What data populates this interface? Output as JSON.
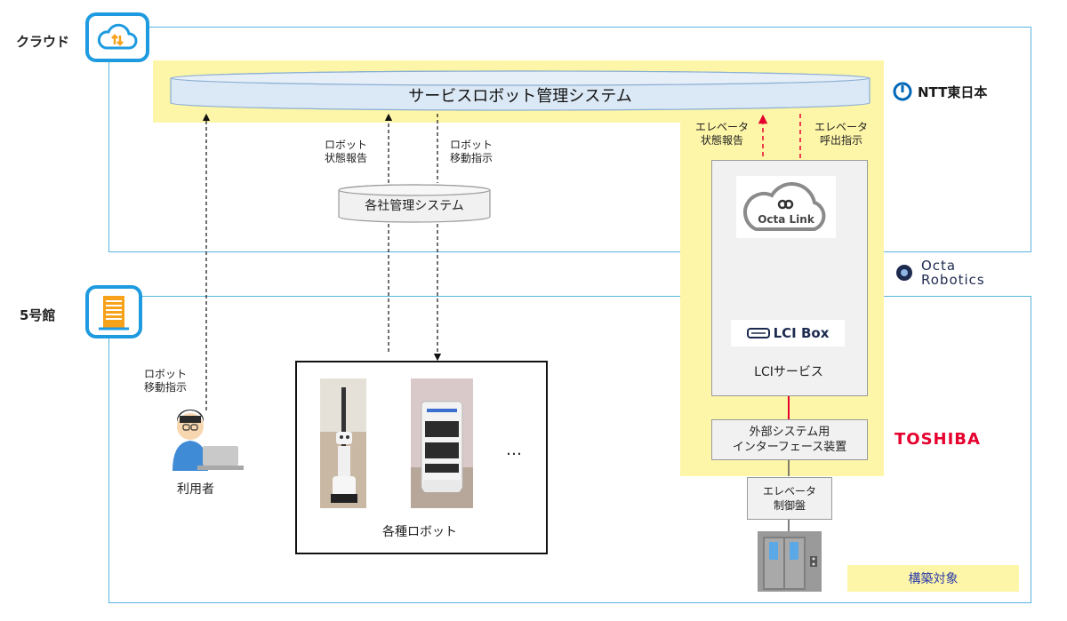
{
  "zones": {
    "cloud_label": "クラウド",
    "building_label": "5号館"
  },
  "system": {
    "main_title": "サービスロボット管理システム",
    "company_system": "各社管理システム"
  },
  "labels": {
    "robot_status": "ロボット\n状態報告",
    "robot_move_1": "ロボット\n移動指示",
    "robot_move_user": "ロボット\n移動指示",
    "elevator_status": "エレベータ\n状態報告",
    "elevator_call": "エレベータ\n呼出指示",
    "user": "利用者",
    "robots": "各種ロボット",
    "ellipsis": "…",
    "lci_service": "LCIサービス",
    "interface_device": "外部システム用\nインターフェース装置",
    "elevator_panel": "エレベータ\n制御盤",
    "scope": "構築対象"
  },
  "logos": {
    "ntt": "NTT東日本",
    "octa_link": "Octa Link",
    "octa_robotics_1": "Octa",
    "octa_robotics_2": "Robotics",
    "lci_box": "LCI Box",
    "toshiba": "TOSHIBA"
  },
  "colors": {
    "zone_border": "#58b4e0",
    "icon_blue": "#1e9be0",
    "scope_yellow": "#fdf6a8",
    "signal_red": "#e6002d",
    "toshiba_red": "#e6002d",
    "ntt_blue": "#0068b7"
  },
  "icons": [
    "cloud-upload-download-icon",
    "building-icon",
    "user-laptop-icon",
    "robot-photo",
    "elevator-icon",
    "octa-link-cloud-icon",
    "lci-box-icon"
  ]
}
